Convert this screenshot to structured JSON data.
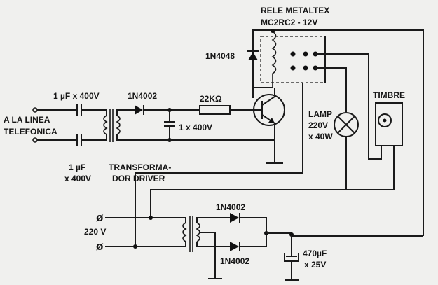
{
  "relay": {
    "title": "RELE METALTEX",
    "model": "MC2RC2 - 12V",
    "diode": "1N4048"
  },
  "input": {
    "line1": "A LA LINEA",
    "line2": "TELEFONICA"
  },
  "capacitors": {
    "top": "1 µF x 400V",
    "bottom_value": "1 µF",
    "bottom_voltage": "x 400V",
    "filter": "1 x 400V",
    "electrolytic_value": "470µF",
    "electrolytic_voltage": "x 25V"
  },
  "transformer": {
    "line1": "TRANSFORMA-",
    "line2": "DOR DRIVER"
  },
  "diodes": {
    "signal": "1N4002",
    "rect_top": "1N4002",
    "rect_bottom": "1N4002"
  },
  "resistor": "22KΩ",
  "lamp": {
    "line1": "LAMP",
    "line2": "220V",
    "line3": "x 40W"
  },
  "bell": "TIMBRE",
  "mains": {
    "label": "220 V",
    "terminal_symbol": "ø"
  }
}
